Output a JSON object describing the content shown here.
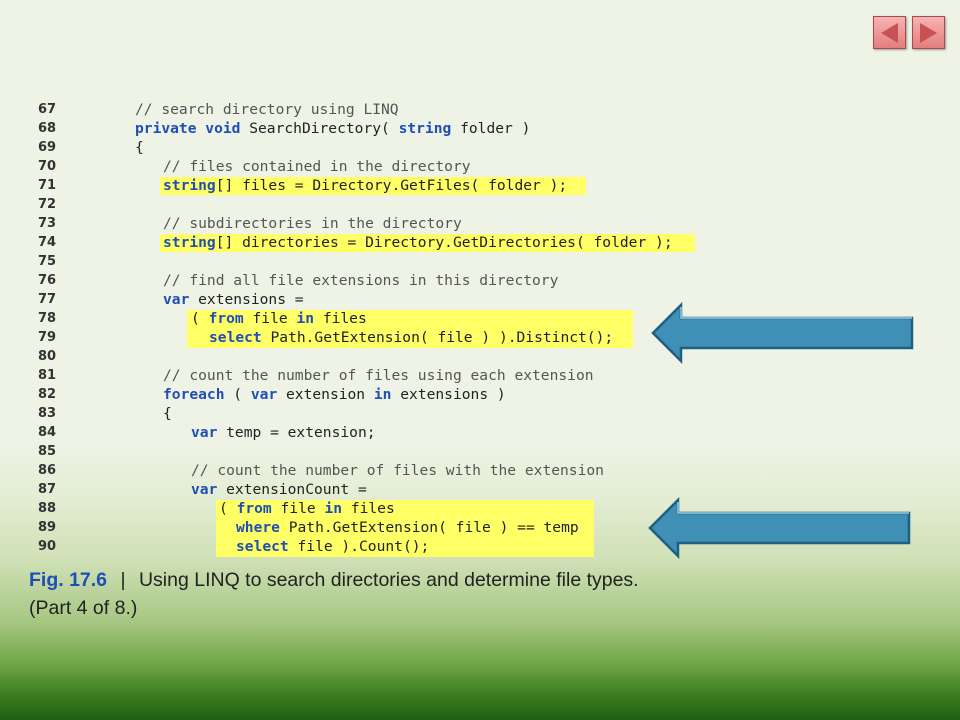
{
  "nav": {
    "prev_icon": "triangle-left-icon",
    "next_icon": "triangle-right-icon"
  },
  "code_lines": [
    {
      "num": "67",
      "text": "// search directory using LINQ"
    },
    {
      "num": "68",
      "text": "private void SearchDirectory( string folder )"
    },
    {
      "num": "69",
      "text": "{"
    },
    {
      "num": "70",
      "text": "// files contained in the directory"
    },
    {
      "num": "71",
      "text": "string[] files = Directory.GetFiles( folder );"
    },
    {
      "num": "72",
      "text": ""
    },
    {
      "num": "73",
      "text": "// subdirectories in the directory"
    },
    {
      "num": "74",
      "text": "string[] directories = Directory.GetDirectories( folder );"
    },
    {
      "num": "75",
      "text": ""
    },
    {
      "num": "76",
      "text": "// find all file extensions in this directory"
    },
    {
      "num": "77",
      "text": "var extensions ="
    },
    {
      "num": "78",
      "text": "( from file in files"
    },
    {
      "num": "79",
      "text": "select Path.GetExtension( file ) ).Distinct();"
    },
    {
      "num": "80",
      "text": ""
    },
    {
      "num": "81",
      "text": "// count the number of files using each extension"
    },
    {
      "num": "82",
      "text": "foreach ( var extension in extensions )"
    },
    {
      "num": "83",
      "text": "{"
    },
    {
      "num": "84",
      "text": "var temp = extension;"
    },
    {
      "num": "85",
      "text": ""
    },
    {
      "num": "86",
      "text": "// count the number of files with the extension"
    },
    {
      "num": "87",
      "text": "var extensionCount ="
    },
    {
      "num": "88",
      "text": "( from file in files"
    },
    {
      "num": "89",
      "text": "where Path.GetExtension( file ) == temp"
    },
    {
      "num": "90",
      "text": "select file ).Count();"
    }
  ],
  "caption": {
    "fig_label": "Fig. 17.6",
    "separator": "|",
    "text": "Using LINQ to search directories and determine file types.",
    "part": "(Part 4 of 8.)"
  },
  "colors": {
    "highlight": "#ffff66",
    "keyword": "#1f4fb4",
    "arrow_fill": "#3f8fb6",
    "arrow_edge": "#1f5f82"
  },
  "arrows": [
    "arrow-left-icon",
    "arrow-left-icon"
  ]
}
